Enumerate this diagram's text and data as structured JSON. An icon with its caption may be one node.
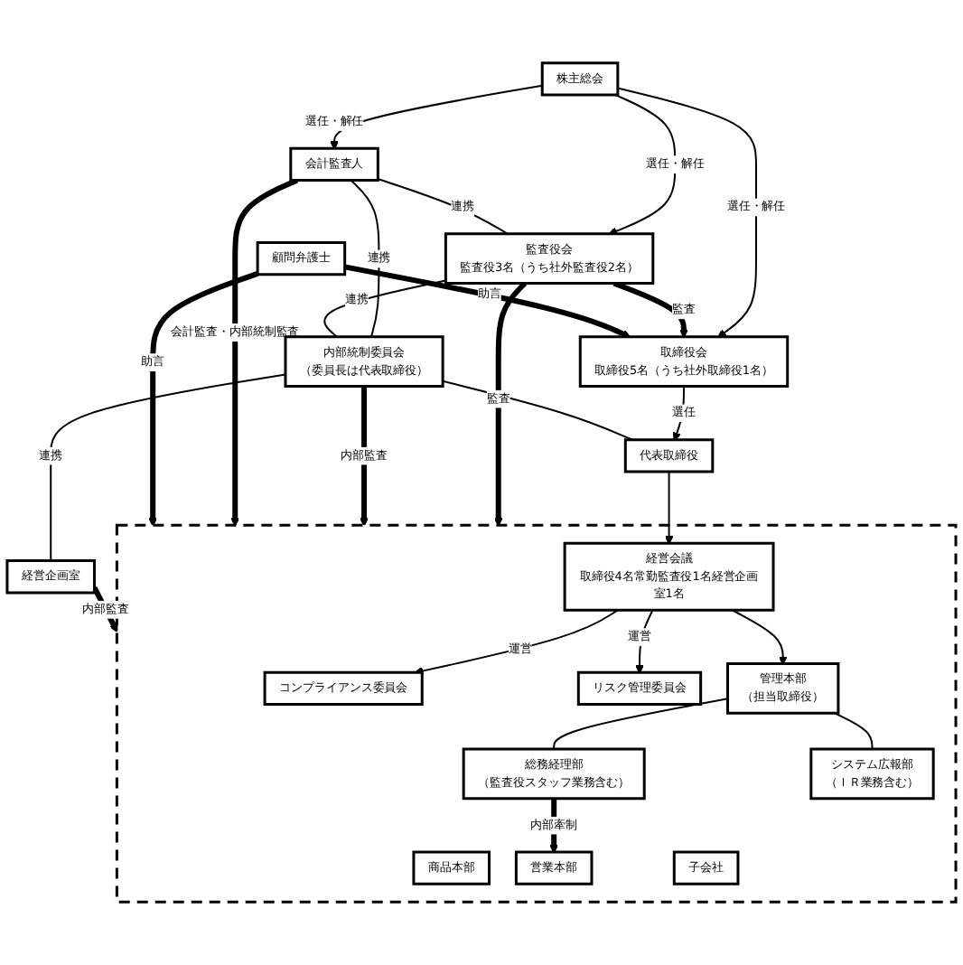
{
  "diagram": {
    "nodes": [
      {
        "text": [
          "株主総会"
        ]
      },
      {
        "text": [
          "会計監査人"
        ]
      },
      {
        "text": [
          "監査役会",
          "監査役3名（うち社外監査役2名）"
        ]
      },
      {
        "text": [
          "取締役会",
          "取締役5名（うち社外取締役1名）"
        ]
      },
      {
        "text": [
          "顧問弁護士"
        ]
      },
      {
        "text": [
          "内部統制委員会",
          "（委員長は代表取締役）"
        ]
      },
      {
        "text": [
          "代表取締役"
        ]
      },
      {
        "text": [
          "経営企画室"
        ]
      },
      {
        "text": [],
        "shape": "box"
      },
      {
        "text": [
          "コンプライアンス委員会"
        ],
        "in": 8
      },
      {
        "text": [
          "経営会議",
          "取締役4名常勤監査役1名経営企画室1名"
        ],
        "in": 8
      },
      {
        "text": [
          "リスク管理委員会"
        ],
        "in": 8
      },
      {
        "text": [
          "管理本部",
          "（担当取締役）"
        ],
        "in": 8
      },
      {
        "text": [
          "総務経理部",
          "（監査役スタッフ業務含む）"
        ],
        "in": 8
      },
      {
        "text": [
          "システム広報部",
          "（ＩＲ業務含む）"
        ],
        "in": 8
      },
      {
        "text": [
          "商品本部"
        ],
        "in": 8
      },
      {
        "text": [
          "営業本部"
        ],
        "in": 8
      },
      {
        "text": [
          "子会社"
        ],
        "in": 8
      }
    ],
    "edges": [
      {
        "from": 0,
        "to": 1,
        "arrow": "to",
        "label": "選任・解任"
      },
      {
        "from": 0,
        "to": 2,
        "arrow": "to",
        "label": "選任・解任"
      },
      {
        "from": 0,
        "to": 3,
        "arrow": "to",
        "label": "選任・解任"
      },
      {
        "from": 1,
        "to": 2,
        "arrow": "none",
        "label": "連携"
      },
      {
        "from": 1,
        "to": 5,
        "arrow": "none",
        "label": "連携"
      },
      {
        "from": 2,
        "to": 3,
        "arrow": "to",
        "label": "監査",
        "style": "thick"
      },
      {
        "from": 4,
        "to": 3,
        "arrow": "to",
        "label": "助言",
        "style": "thick"
      },
      {
        "from": 2,
        "to": 8,
        "arrow": "to",
        "label": "監査",
        "style": "thick"
      },
      {
        "from": 2,
        "to": 5,
        "arrow": "none",
        "label": "連携"
      },
      {
        "from": 3,
        "to": 6,
        "arrow": "to",
        "label": "選任"
      },
      {
        "from": 5,
        "to": 6,
        "arrow": "none"
      },
      {
        "from": 5,
        "to": 8,
        "arrow": "to",
        "label": "内部監査",
        "style": "thick"
      },
      {
        "from": 5,
        "to": 7,
        "arrow": "none",
        "label": "連携"
      },
      {
        "from": 7,
        "to": 8,
        "arrow": "to",
        "label": "内部監査",
        "style": "thick"
      },
      {
        "from": 6,
        "to": 10,
        "arrow": "to"
      },
      {
        "from": 10,
        "to": 9,
        "arrow": "to",
        "label": "運営"
      },
      {
        "from": 10,
        "to": 11,
        "arrow": "to",
        "label": "運営"
      },
      {
        "from": 10,
        "to": 12,
        "arrow": "to"
      },
      {
        "from": 12,
        "to": 13,
        "arrow": "none"
      },
      {
        "from": 12,
        "to": 14,
        "arrow": "none"
      },
      {
        "from": 13,
        "to": 16,
        "arrow": "to",
        "label": "内部牽制",
        "style": "thick"
      },
      {
        "from": 1,
        "to": 8,
        "arrow": "to",
        "label": "会計監査・内部統制監査",
        "style": "thick"
      },
      {
        "from": 4,
        "to": 8,
        "arrow": "to",
        "label": "助言",
        "style": "thick"
      }
    ]
  }
}
